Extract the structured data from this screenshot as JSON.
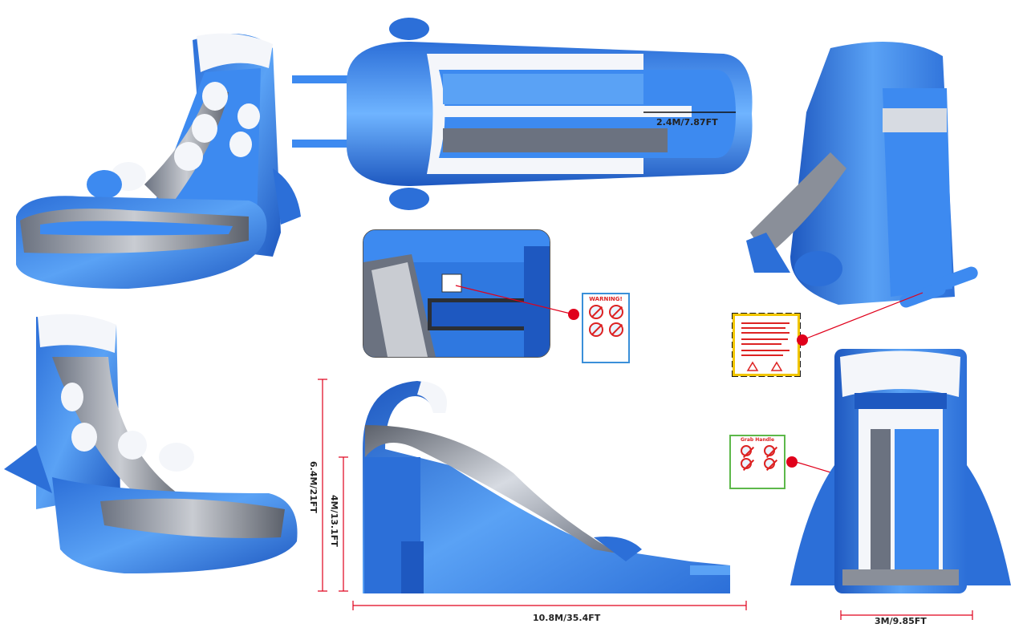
{
  "dimensions": {
    "top_width": "2.4M/7.87FT",
    "total_height": "6.4M/21FT",
    "platform_height": "4M/13.1FT",
    "length": "10.8M/35.4FT",
    "front_width": "3M/9.85FT"
  },
  "warning_sign": {
    "title": "WARNING!"
  },
  "grab_sign": {
    "title": "Grab Handle"
  },
  "colors": {
    "blue_dark": "#1f5fc8",
    "blue_mid": "#3d8af0",
    "blue_light": "#6fb4ff",
    "white_wave": "#f4f6fa",
    "grey_lane": "#8a8f99",
    "dimension_red": "#e0001b"
  }
}
